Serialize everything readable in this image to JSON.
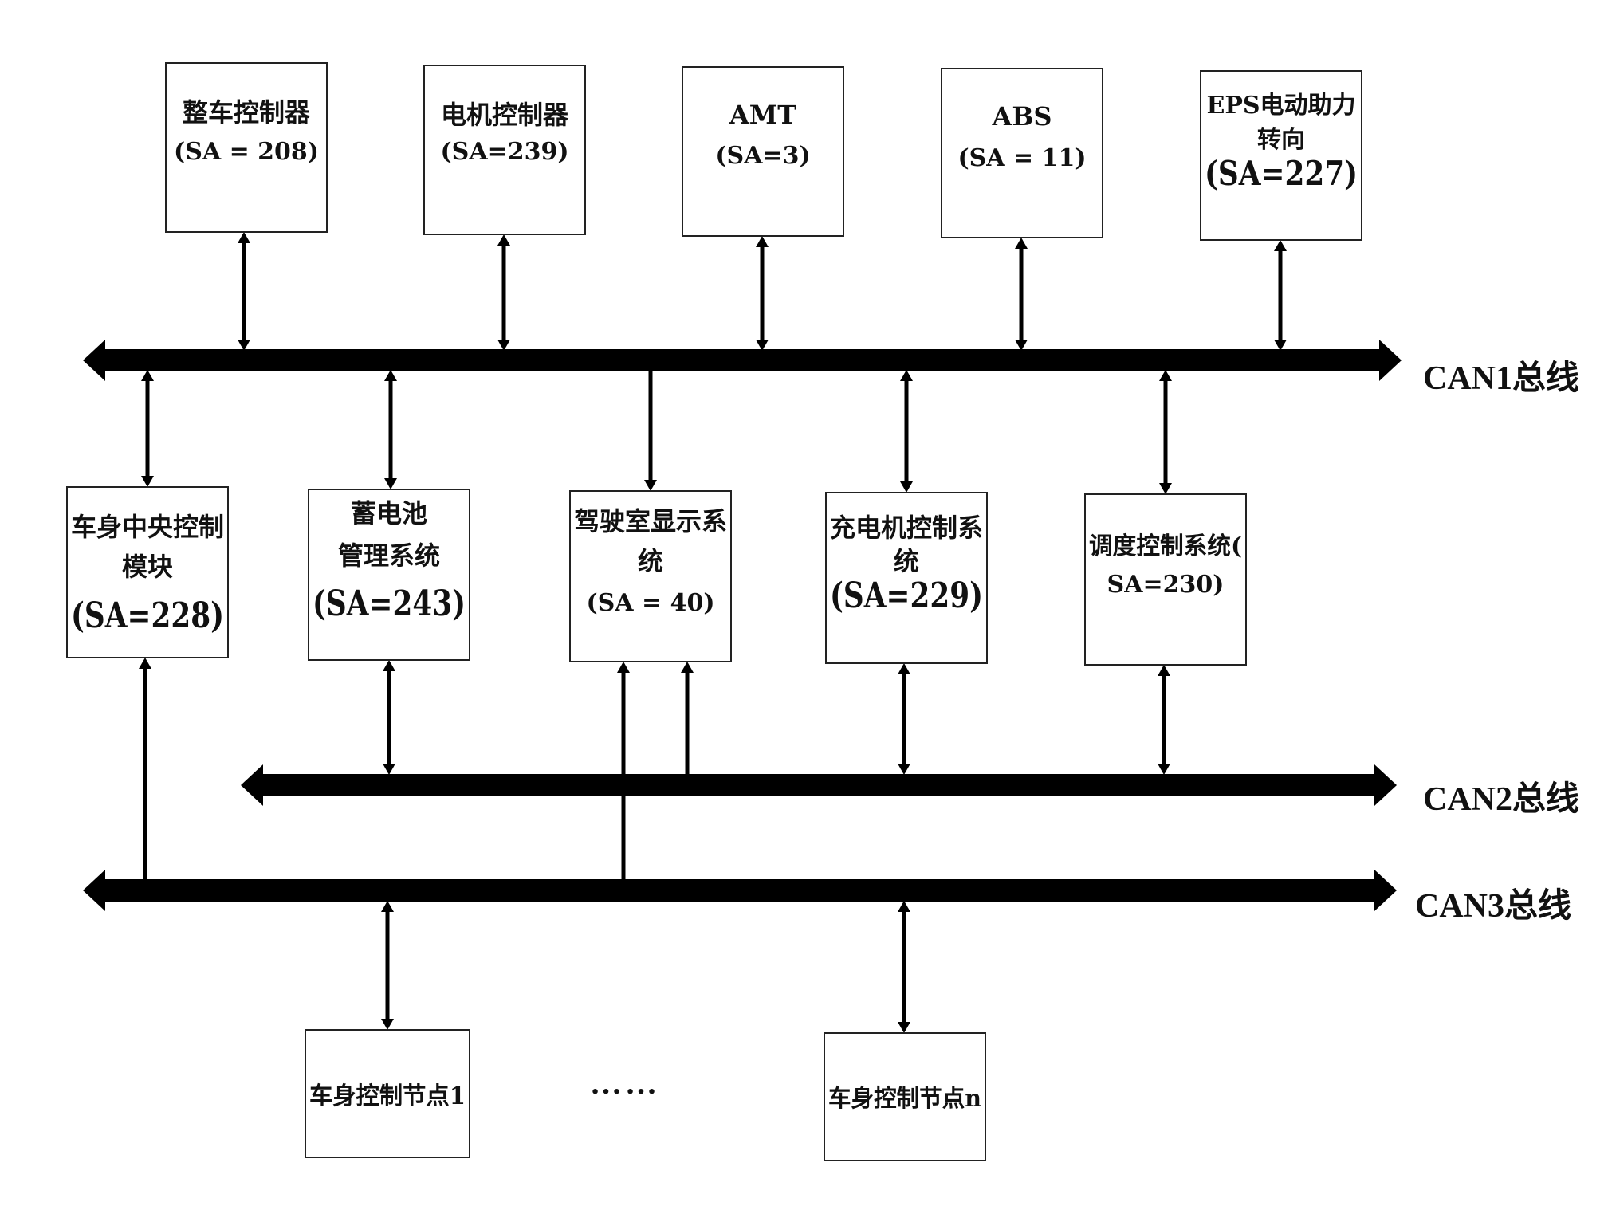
{
  "buses": [
    {
      "id": "can1",
      "label": "CAN1总线"
    },
    {
      "id": "can2",
      "label": "CAN2总线"
    },
    {
      "id": "can3",
      "label": "CAN3总线"
    }
  ],
  "top_row": [
    {
      "id": "vcu",
      "lines": [
        "整车控制器",
        "(SA = 208)"
      ]
    },
    {
      "id": "mcu",
      "lines": [
        "电机控制器",
        "(SA=239)"
      ]
    },
    {
      "id": "amt",
      "lines": [
        "AMT",
        "(SA=3)"
      ]
    },
    {
      "id": "abs",
      "lines": [
        "ABS",
        "(SA = 11)"
      ]
    },
    {
      "id": "eps",
      "lines": [
        "EPS电动助力",
        "转向",
        "(SA=227)"
      ]
    }
  ],
  "middle_row": [
    {
      "id": "bcm",
      "lines": [
        "车身中央控制",
        "模块",
        "(SA=228)"
      ]
    },
    {
      "id": "bms",
      "lines": [
        "蓄电池",
        "管理系统",
        "(SA=243)"
      ]
    },
    {
      "id": "cab",
      "lines": [
        "驾驶室显示系",
        "统",
        "(SA = 40)"
      ]
    },
    {
      "id": "chg",
      "lines": [
        "充电机控制系",
        "统",
        "(SA=229)"
      ]
    },
    {
      "id": "dsp",
      "lines": [
        "调度控制系统(",
        "SA=230)"
      ]
    }
  ],
  "bottom_row": [
    {
      "id": "node1",
      "lines": [
        "车身控制节点1"
      ]
    },
    {
      "id": "noden",
      "lines": [
        "车身控制节点n"
      ]
    }
  ],
  "ellipsis": "……"
}
